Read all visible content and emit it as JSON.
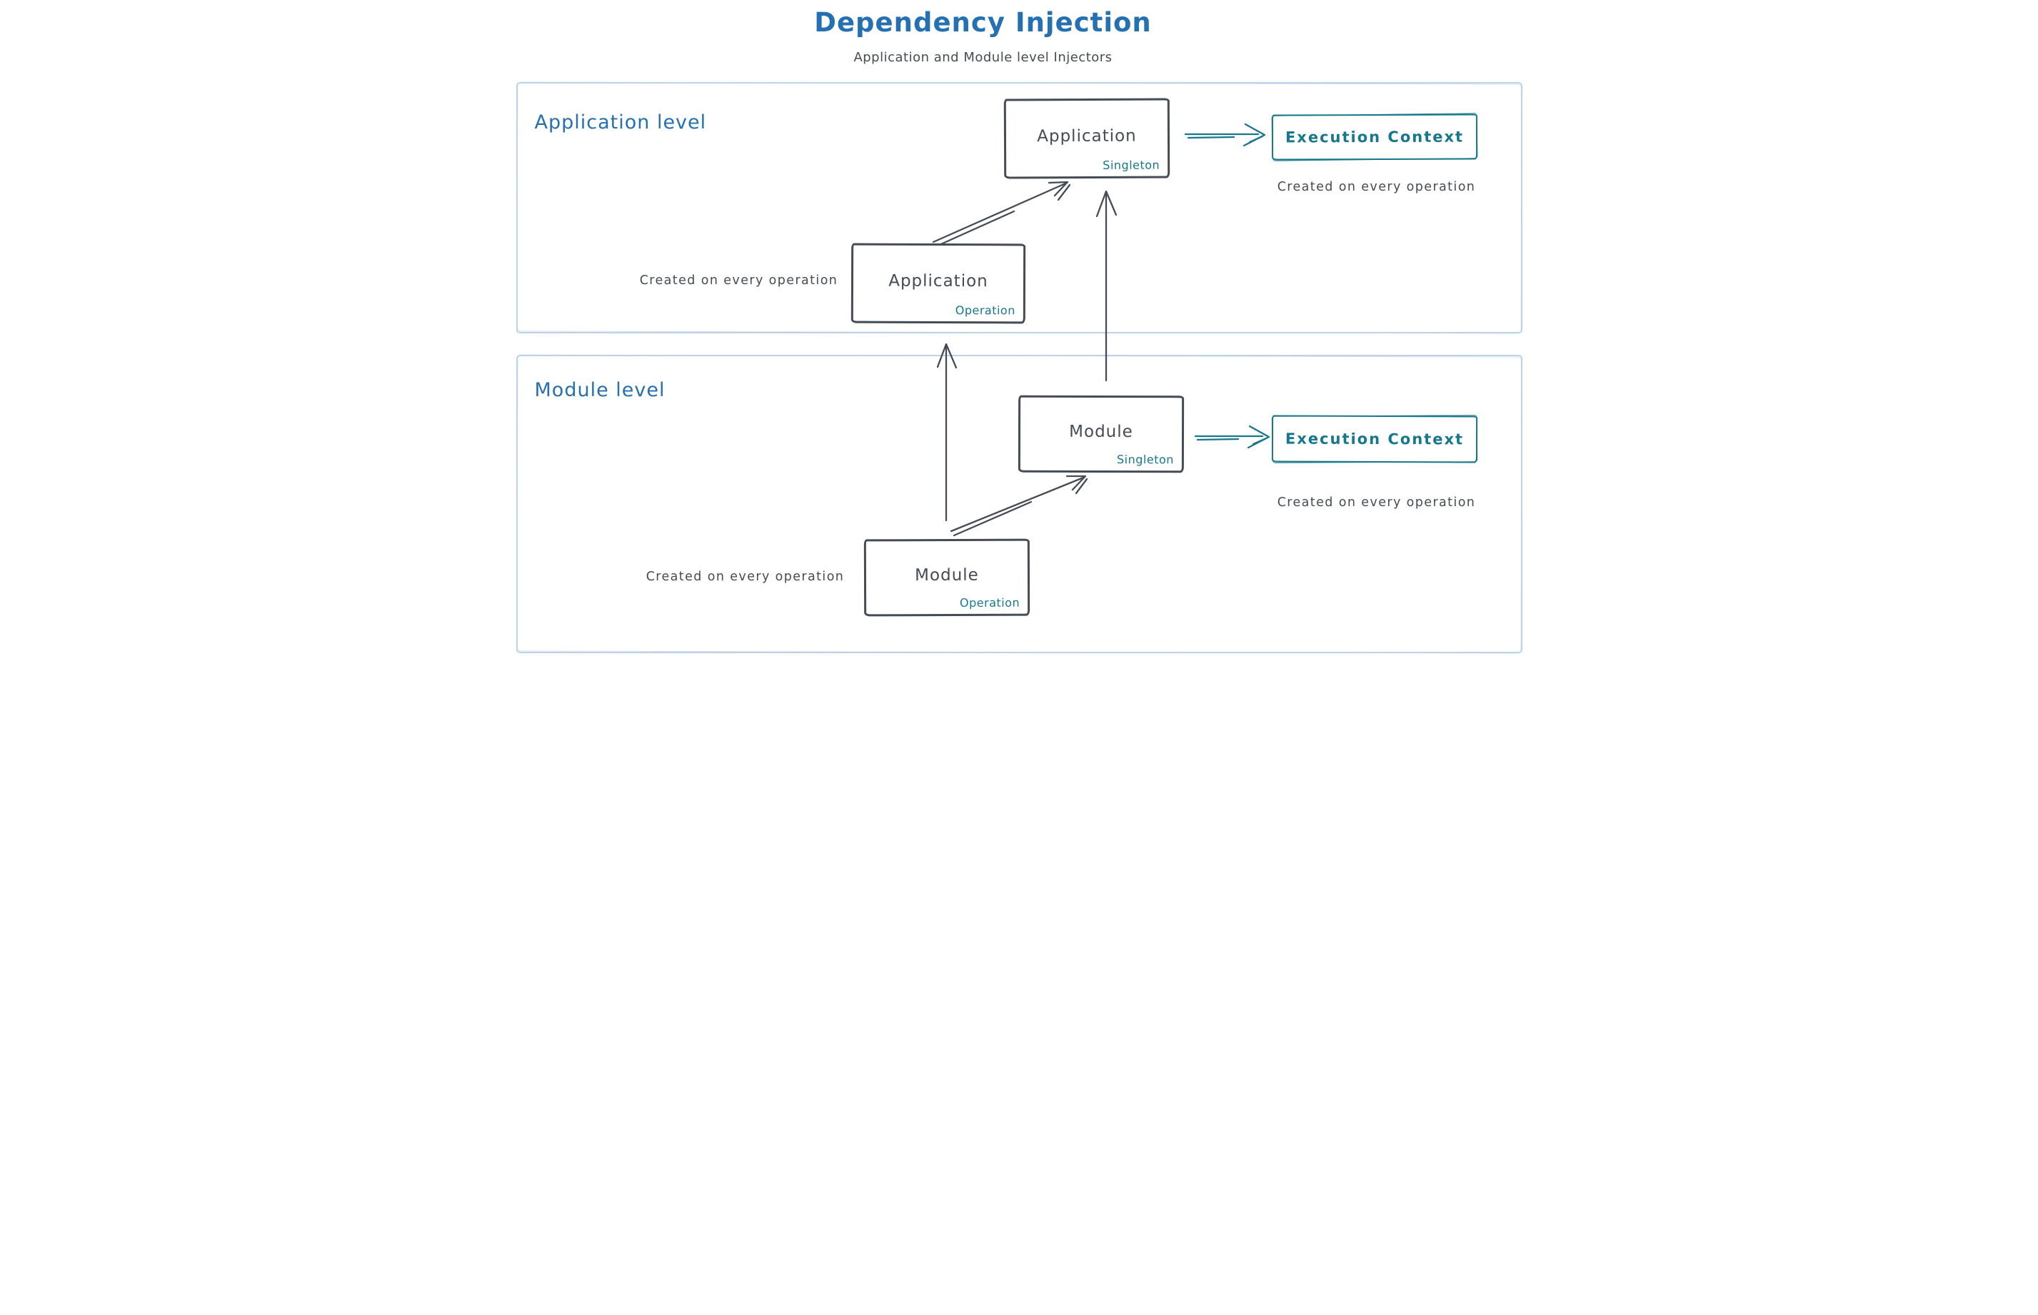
{
  "title": "Dependency Injection",
  "subtitle": "Application and Module level Injectors",
  "colors": {
    "blue": "#2470b3",
    "ink": "#454c54",
    "teal": "#17778c",
    "frame": "#bdd3ea"
  },
  "sections": {
    "application": {
      "label": "Application level",
      "singleton_box": {
        "title": "Application",
        "badge": "Singleton"
      },
      "operation_box": {
        "title": "Application",
        "badge": "Operation"
      },
      "operation_caption": "Created on every operation",
      "execution_context": {
        "label": "Execution Context",
        "caption": "Created on every operation"
      }
    },
    "module": {
      "label": "Module level",
      "singleton_box": {
        "title": "Module",
        "badge": "Singleton"
      },
      "operation_box": {
        "title": "Module",
        "badge": "Operation"
      },
      "operation_caption": "Created on every operation",
      "execution_context": {
        "label": "Execution Context",
        "caption": "Created on every operation"
      }
    }
  }
}
